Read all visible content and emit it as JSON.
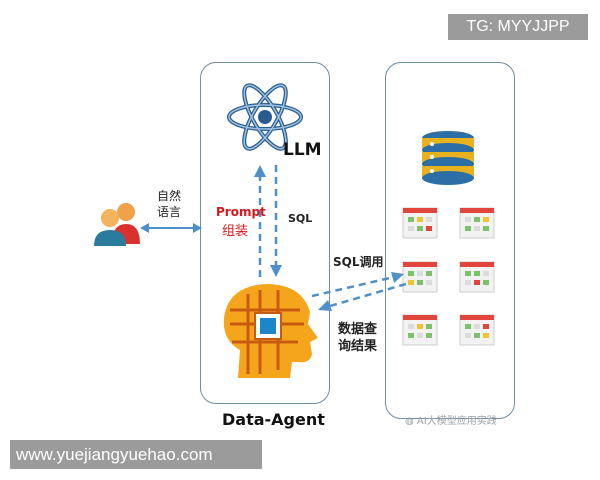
{
  "watermark_top": "TG: MYYJJPP",
  "llm_label": "LLM",
  "user_edge_label_line1": "自然",
  "user_edge_label_line2": "语言",
  "prompt_label_line1": "Prompt",
  "prompt_label_line2": "组装",
  "sql_label": "SQL",
  "sql_call_label": "SQL调用",
  "query_result_line1": "数据查",
  "query_result_line2": "询结果",
  "agent_title": "Data-Agent",
  "wechat_watermark": "AI大模型应用实践",
  "website_banner": "www.yuejiangyuehao.com",
  "colors": {
    "arrow_blue": "#4f90c8",
    "box_border": "#6f8ea3",
    "prompt_red": "#d9161c",
    "head_orange": "#f4a51c",
    "db_blue": "#2c6ea6",
    "db_gold": "#e8b21e"
  }
}
